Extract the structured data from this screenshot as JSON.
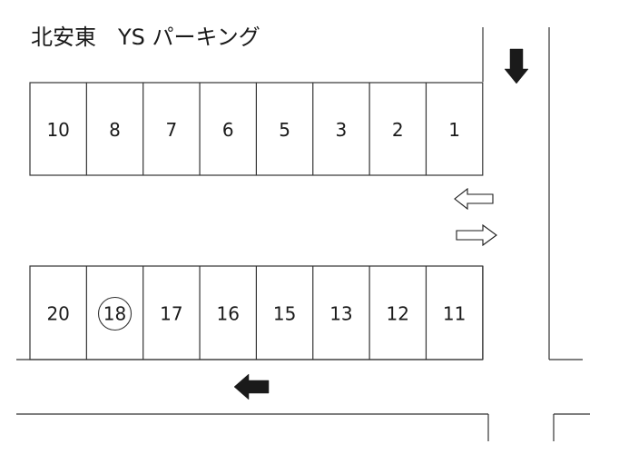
{
  "map": {
    "title": "北安東　YS パーキング",
    "colors": {
      "line": "#333333",
      "arrow_fill": "#1a1a1a",
      "background": "#ffffff"
    },
    "top_row_spaces": [
      "10",
      "8",
      "7",
      "6",
      "5",
      "3",
      "2",
      "1"
    ],
    "bottom_row_spaces": [
      "20",
      "18",
      "17",
      "16",
      "15",
      "13",
      "12",
      "11"
    ],
    "circled_space": "18",
    "arrows": [
      {
        "name": "down-arrow-icon",
        "direction": "down",
        "style": "solid"
      },
      {
        "name": "entrance-left-arrow-icon",
        "direction": "left",
        "style": "outline"
      },
      {
        "name": "entrance-right-arrow-icon",
        "direction": "right",
        "style": "outline"
      },
      {
        "name": "road-left-arrow-icon",
        "direction": "left",
        "style": "solid"
      }
    ]
  }
}
